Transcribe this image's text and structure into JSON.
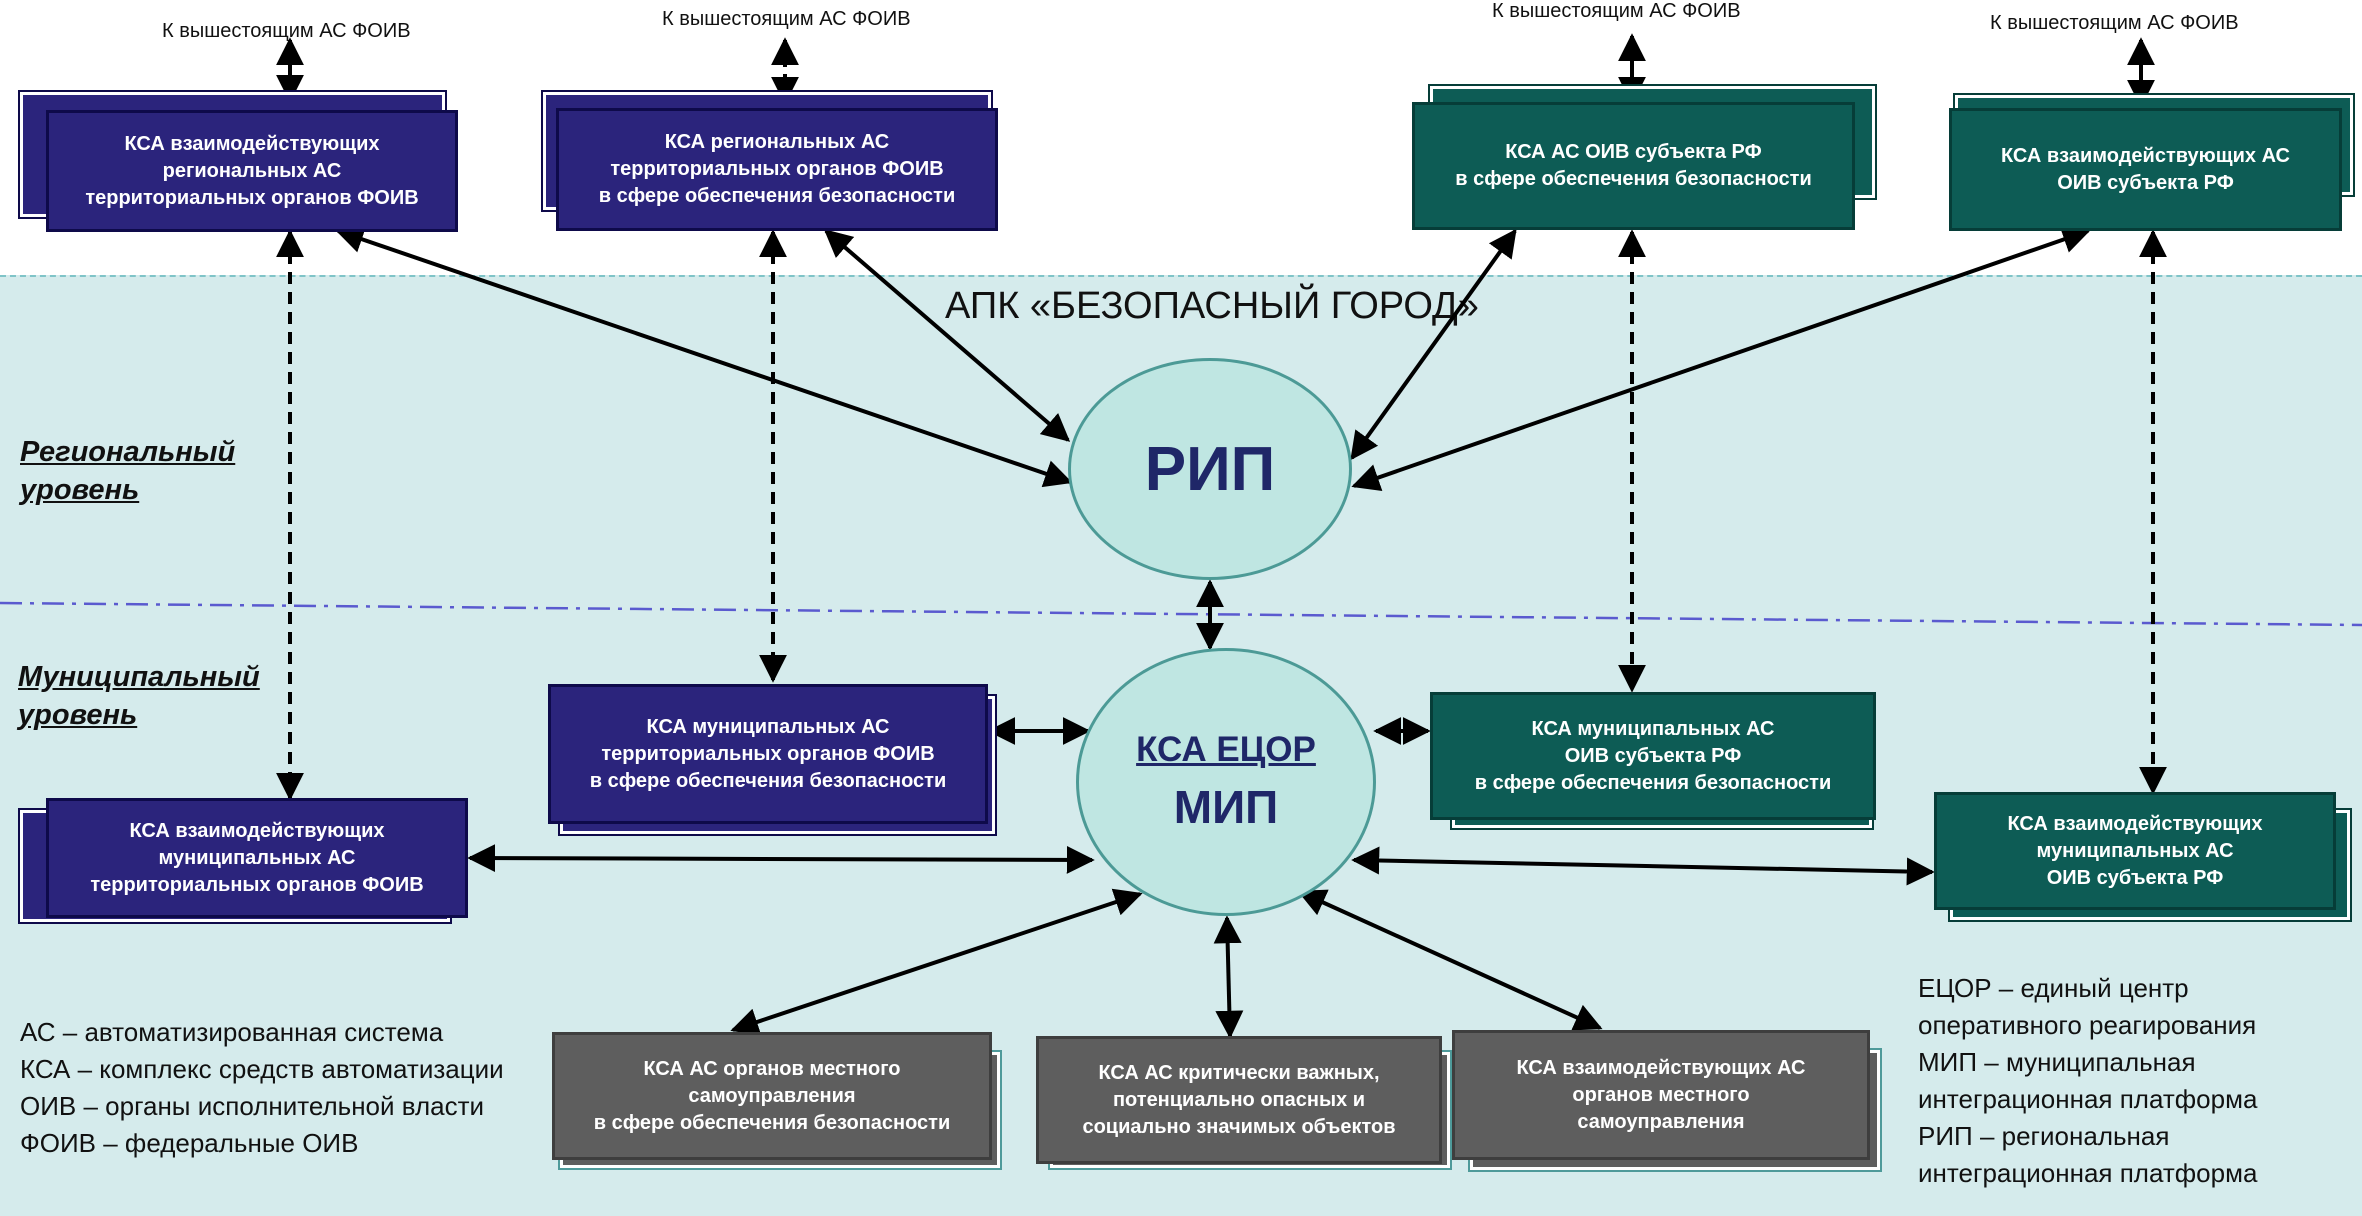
{
  "title": "АПК «БЕЗОПАСНЫЙ ГОРОД»",
  "levels": {
    "regional": "Региональный\nуровень",
    "municipal": "Муниципальный\nуровень"
  },
  "top_label": "К вышестоящим АС ФОИВ",
  "nodes": {
    "rip": "РИП",
    "mip_link": "КСА ЕЦОР",
    "mip": "МИП"
  },
  "boxes": {
    "b1": "КСА взаимодействующих\nрегиональных АС\nтерриториальных органов ФОИВ",
    "b2": "КСА региональных  АС\nтерриториальных органов ФОИВ\nв сфере обеспечения безопасности",
    "b3": "КСА АС ОИВ субъекта РФ\nв сфере обеспечения безопасности",
    "b4": "КСА взаимодействующих АС\nОИВ субъекта РФ",
    "b5": "КСА муниципальных АС\nтерриториальных органов ФОИВ\nв сфере обеспечения безопасности",
    "b6": "КСА муниципальных  АС\nОИВ субъекта РФ\nв сфере обеспечения безопасности",
    "b7": "КСА взаимодействующих\nмуниципальных АС\nтерриториальных органов ФОИВ",
    "b8": "КСА взаимодействующих\nмуниципальных  АС\nОИВ субъекта РФ",
    "b9": "КСА  АС органов местного\nсамоуправления\nв сфере обеспечения безопасности",
    "b10": "КСА  АС критически важных,\nпотенциально опасных и\nсоциально значимых объектов",
    "b11": "КСА  взаимодействующих АС\nорганов местного\nсамоуправления"
  },
  "legend_left": "АС – автоматизированная система\nКСА – комплекс средств автоматизации\nОИВ – органы исполнительной власти\nФОИВ – федеральные ОИВ",
  "legend_right": "ЕЦОР – единый центр\nоперативного реагирования\nМИП – муниципальная\nинтеграционная платформа\nРИП – региональная\nинтеграционная платформа",
  "colors": {
    "federal_blue": "#2b247c",
    "subject_green": "#0d5c55",
    "local_gray": "#5e5e5e",
    "zone_bg": "#d5ebec",
    "platform": "#bfe6e2"
  }
}
